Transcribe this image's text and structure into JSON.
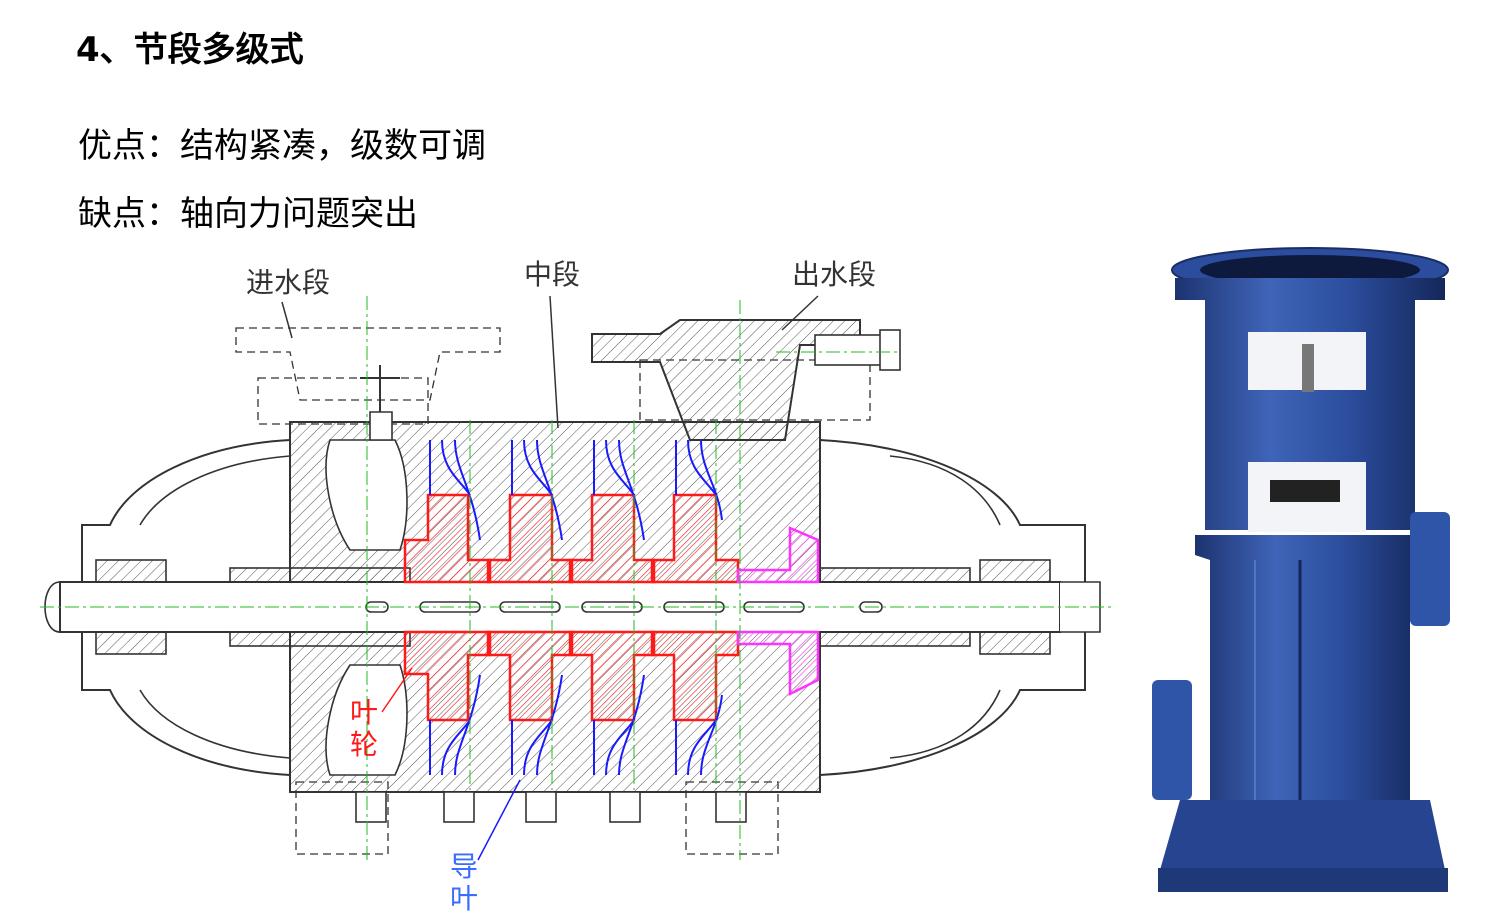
{
  "heading": "4、节段多级式",
  "pros": "优点：结构紧凑，级数可调",
  "cons": "缺点：轴向力问题突出",
  "labels": {
    "inlet": "进水段",
    "middle": "中段",
    "outlet": "出水段",
    "impeller_1": "叶",
    "impeller_2": "轮",
    "diffuser_1": "导",
    "diffuser_2": "叶"
  },
  "colors": {
    "impeller": "#ff1a1a",
    "diffuser": "#1a1aff",
    "balance_disc": "#ff33ff",
    "centerline": "#22bb22",
    "pump_body": "#2a4a8f"
  }
}
